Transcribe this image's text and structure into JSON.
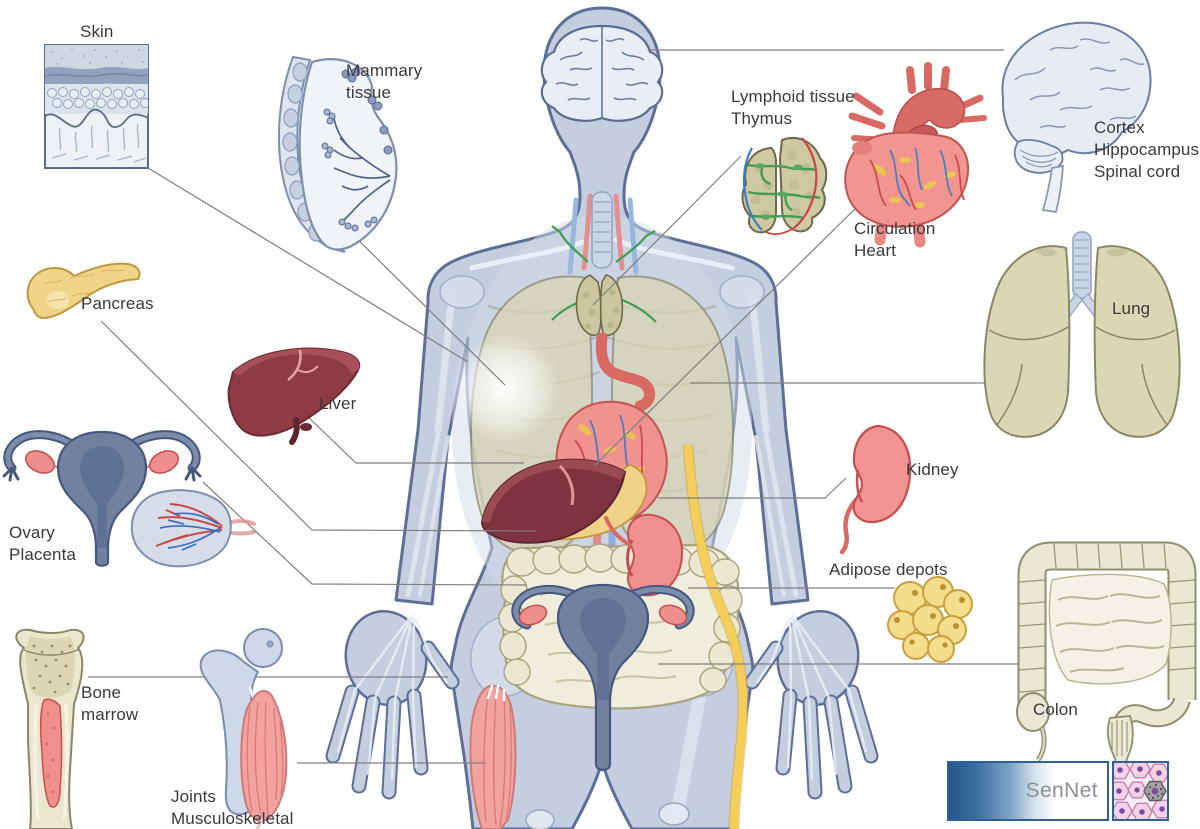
{
  "labels": {
    "skin": "Skin",
    "mammary": "Mammary\ntissue",
    "lymphoid": "Lymphoid tissue\nThymus",
    "cortex": "Cortex\nHippocampus\nSpinal cord",
    "circulation": "Circulation\nHeart",
    "pancreas": "Pancreas",
    "lung": "Lung",
    "liver": "Liver",
    "ovary": "Ovary\nPlacenta",
    "kidney": "Kidney",
    "adipose": "Adipose depots",
    "bone_marrow": "Bone\nmarrow",
    "colon": "Colon",
    "joints": "Joints\nMusculoskeletal"
  },
  "logo": {
    "text": "SenNet"
  },
  "palette": {
    "label_text": "#3a3a3a",
    "leader_line": "#7f7f7f",
    "body_fill": "#c4cedf",
    "body_outline": "#5e6f97",
    "brain_light": "#e7ecf4",
    "lung_beige": "#dbd7b5",
    "thymus_olive": "#cfc9a3",
    "heart_pink": "#f2948f",
    "aorta_red": "#d96963",
    "liver_maroon": "#8e3b45",
    "pancreas_yellow": "#f2d488",
    "kidney_pink": "#f29292",
    "intestine_cream": "#f0eddc",
    "uterus_blue": "#72819f",
    "ovary_pink": "#ef8f8d",
    "adipose_yellow": "#f5dd8e",
    "adipose_band": "#f2ca55",
    "bone_beige": "#ebe7cf",
    "muscle_pink": "#f2a3a0",
    "vessel_green": "#3f9e4f",
    "vessel_blue": "#4a7ec0",
    "vessel_red": "#cc4a4a",
    "logo_blue": "#24568d",
    "logo_border": "#30609a",
    "logo_text": "#8b9196",
    "cell_pink": "#f2d3e6",
    "cell_outline": "#c77fb4",
    "nucleus_purple": "#7d4b9e",
    "senescent_gray": "#a0a0a4"
  }
}
